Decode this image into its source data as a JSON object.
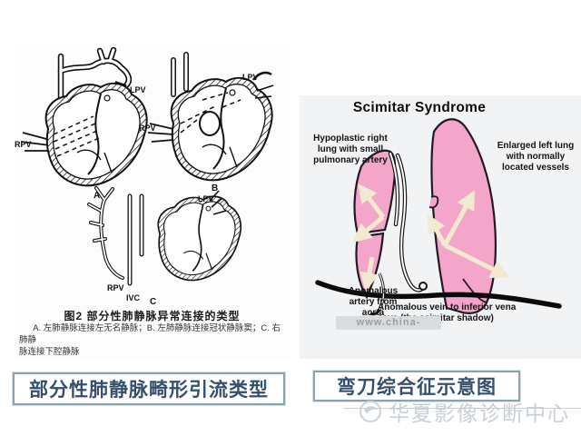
{
  "left_figure": {
    "heart_a": {
      "lpv": "LPV",
      "rpv": "RPV",
      "letter": "A"
    },
    "heart_b": {
      "lpv": "LPV",
      "rpv": "RPV",
      "letter": "B"
    },
    "heart_c": {
      "lpv": "LPV",
      "rpv": "RPV",
      "ivc": "IVC",
      "letter": "C"
    },
    "caption_title": "图2  部分性肺静脉异常连接的类型",
    "caption_body": "A. 左肺静脉连接左无名静脉；B. 左肺静脉连接冠状静脉窦；C. 右肺静\n脉连接下腔静脉"
  },
  "right_figure": {
    "title": "Scimitar Syndrome",
    "annotations": {
      "hypoplastic": "Hypoplastic right\nlung with small\npulmonary artery",
      "enlarged": "Enlarged left lung\nwith normally\nlocated vessels",
      "artery": "Anomalous\nartery from\naorta",
      "vein": "Anomalous vein to inferior vena\ncava (the scimitar shadow)"
    },
    "watermark_url": "www.china-"
  },
  "captions": {
    "left": "部分性肺静脉畸形引流类型",
    "right": "弯刀综合征示意图"
  },
  "brand_watermark": {
    "text": "华夏影像诊断中心"
  },
  "colors": {
    "caption_text": "#35506e",
    "caption_border": "#8ca2b0",
    "lung_pink": "#f3a6ca",
    "arrow_cream": "#f1ead0",
    "watermark_gray": "#c9cfd6",
    "line_art": "#111111"
  }
}
